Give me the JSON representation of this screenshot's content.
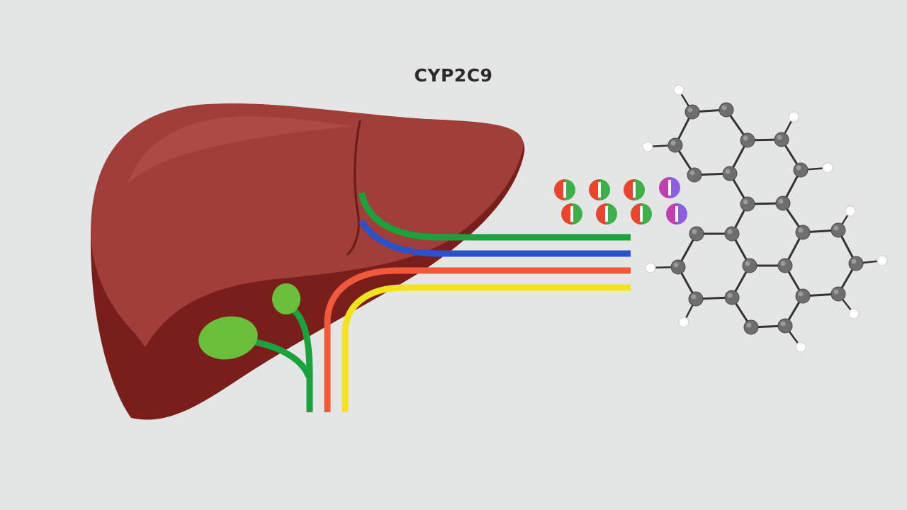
{
  "diagram": {
    "title": "CYP2C9",
    "colors": {
      "background": "#e4e5e5",
      "liver": "#a03e3a",
      "liver_shadow": "#7a1e1c",
      "gallbladder": "#6cbf3a",
      "duct_green": "#1aa23c",
      "duct_blue": "#2d52c8",
      "duct_red": "#f05a3a",
      "duct_yellow": "#f2e31c",
      "atom_carbon": "#6e6e6e",
      "atom_hydrogen": "#ffffff"
    },
    "organ": "liver-with-gallbladder",
    "molecule": "polycyclic-aromatic-hydrocarbon",
    "pills": [
      {
        "color_a": "#e8452c",
        "color_b": "#3db04a"
      },
      {
        "color_a": "#e8452c",
        "color_b": "#3db04a"
      },
      {
        "color_a": "#e8452c",
        "color_b": "#3db04a"
      },
      {
        "color_a": "#c23fb0",
        "color_b": "#8c5ee0"
      },
      {
        "color_a": "#e8452c",
        "color_b": "#3db04a"
      },
      {
        "color_a": "#e8452c",
        "color_b": "#3db04a"
      },
      {
        "color_a": "#e8452c",
        "color_b": "#3db04a"
      },
      {
        "color_a": "#c23fb0",
        "color_b": "#8c5ee0"
      }
    ]
  }
}
